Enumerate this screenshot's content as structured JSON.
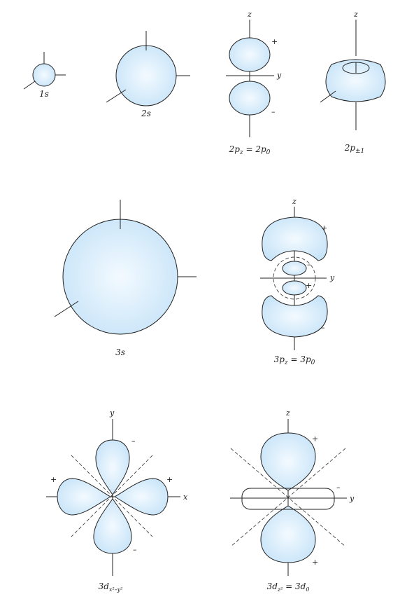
{
  "colors": {
    "lobe_fill": "#cfe8fa",
    "lobe_center": "#f3faff",
    "outline": "#222222",
    "background": "#ffffff"
  },
  "orbitals": {
    "s1": {
      "label": "1s"
    },
    "s2": {
      "label": "2s"
    },
    "p2z": {
      "label_main": "2p",
      "label_sub": "z",
      "label_eq": " = 2p",
      "label_eq_sub": "0",
      "axis_z": "z",
      "axis_y": "y",
      "sign_upper": "+",
      "sign_lower": "–"
    },
    "p2pm": {
      "label_main": "2p",
      "label_sub": "±1",
      "axis_z": "z"
    },
    "s3": {
      "label": "3s"
    },
    "p3z": {
      "label_main": "3p",
      "label_sub": "z",
      "label_eq": " = 3p",
      "label_eq_sub": "0",
      "axis_z": "z",
      "axis_y": "y",
      "sign_outer_upper": "+",
      "sign_inner_upper": "–",
      "sign_inner_lower": "+",
      "sign_outer_lower": "–"
    },
    "d3xy": {
      "label_main": "3d",
      "label_sub": "x²–y²",
      "axis_y": "y",
      "axis_x": "x",
      "sign_top": "–",
      "sign_left": "+",
      "sign_right": "+",
      "sign_bottom": "–"
    },
    "d3z2": {
      "label_main": "3d",
      "label_sub": "z²",
      "label_eq": " = 3d",
      "label_eq_sub": "0",
      "axis_z": "z",
      "axis_y": "y",
      "sign_top": "+",
      "sign_ring": "–",
      "sign_bottom": "+"
    }
  }
}
